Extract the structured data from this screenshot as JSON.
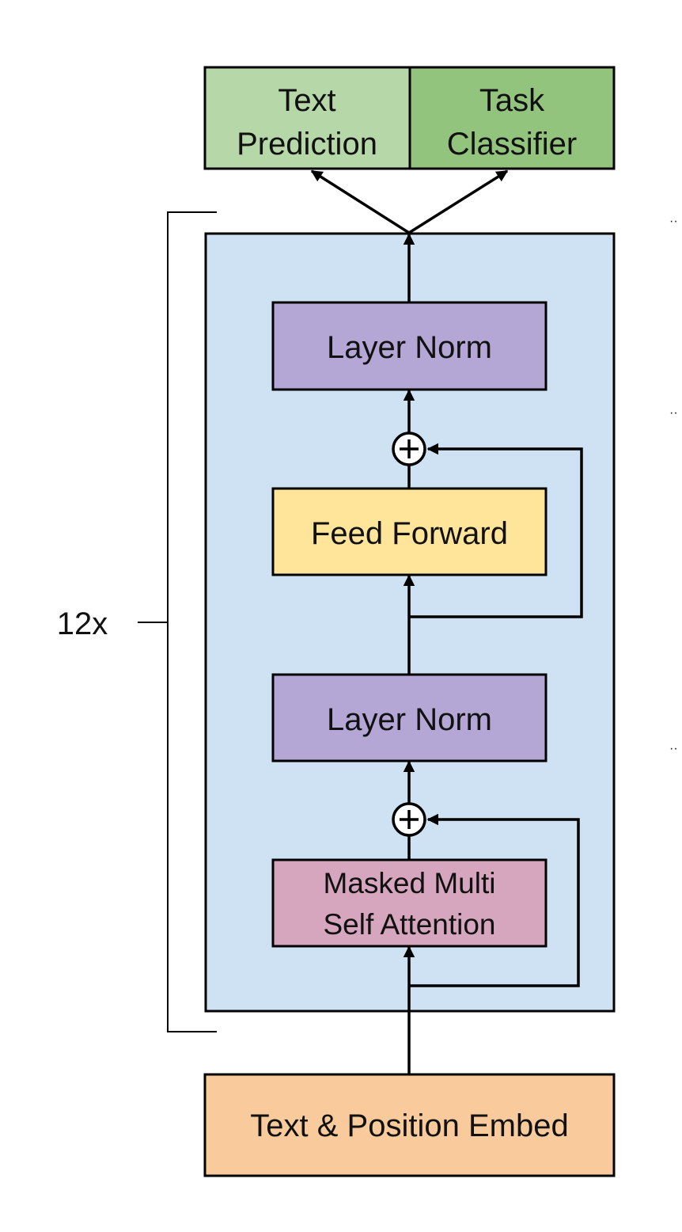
{
  "top_outputs": {
    "text_prediction": {
      "line1": "Text",
      "line2": "Prediction"
    },
    "task_classifier": {
      "line1": "Task",
      "line2": "Classifier"
    }
  },
  "block": {
    "repeat_label": "12x",
    "layer_norm_top": "Layer Norm",
    "feed_forward": "Feed Forward",
    "layer_norm_bottom": "Layer Norm",
    "attention": {
      "line1": "Masked Multi",
      "line2": "Self Attention"
    }
  },
  "embed": "Text & Position Embed",
  "colors": {
    "text_prediction_fill": "#b6d7a8",
    "task_classifier_fill": "#93c47d",
    "block_fill": "#cfe2f3",
    "layer_norm_fill": "#b4a7d6",
    "feed_forward_fill": "#ffe599",
    "attention_fill": "#d5a6bd",
    "embed_fill": "#f9cb9c",
    "stroke": "#000000"
  },
  "icons": {
    "residual_add": "circled-plus-icon",
    "flow_arrow": "arrow-up-icon"
  }
}
